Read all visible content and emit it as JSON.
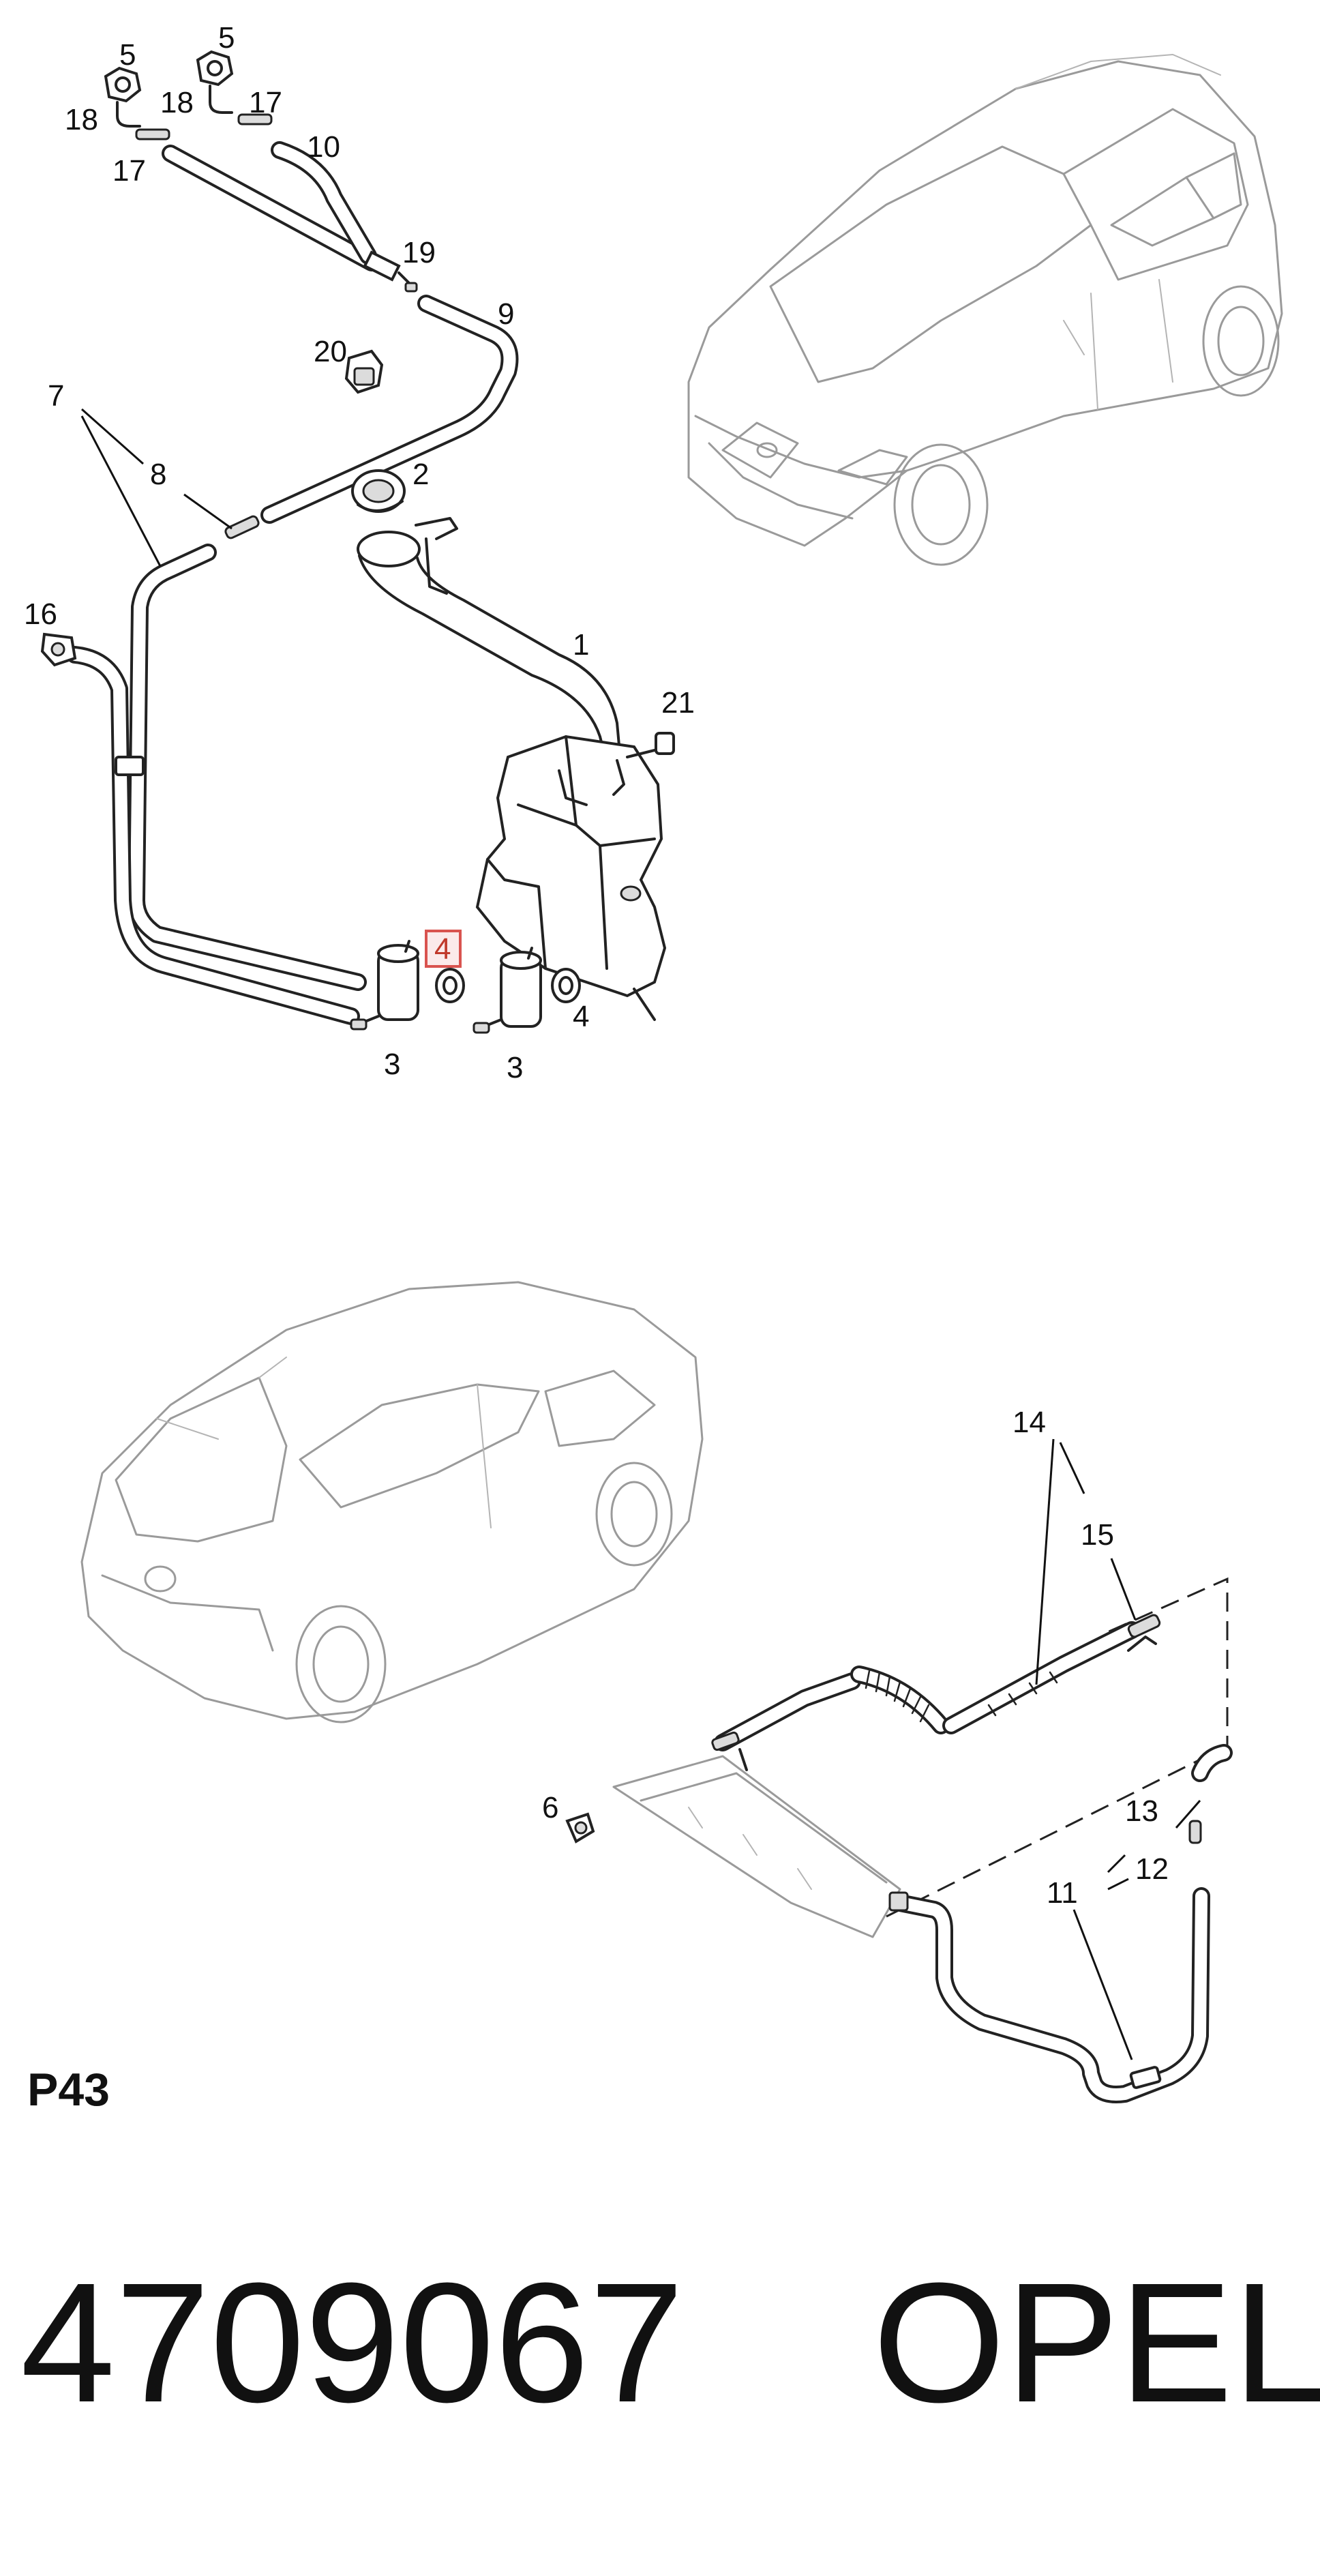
{
  "diagram_code": "P43",
  "part_number": "4709067",
  "brand": "OPEL",
  "highlighted_callout": "4",
  "callouts": {
    "c5a": "5",
    "c5b": "5",
    "c18a": "18",
    "c18b": "18",
    "c17a": "17",
    "c17b": "17",
    "c10": "10",
    "c19": "19",
    "c9": "9",
    "c20": "20",
    "c7": "7",
    "c8": "8",
    "c2": "2",
    "c16": "16",
    "c1": "1",
    "c21": "21",
    "c4a": "4",
    "c4b": "4",
    "c3a": "3",
    "c3b": "3",
    "c14": "14",
    "c15": "15",
    "c6": "6",
    "c13": "13",
    "c12": "12",
    "c11": "11"
  },
  "colors": {
    "highlight": "#d9534f",
    "line": "#222222",
    "car_outline": "#9a9a9a"
  }
}
